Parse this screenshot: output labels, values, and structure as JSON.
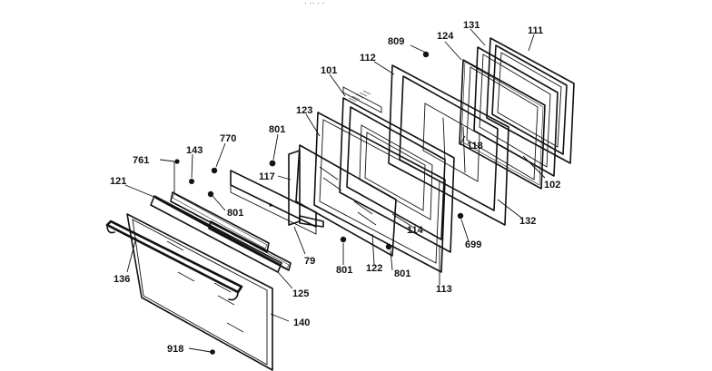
{
  "header_fragment": "·  ·· ·  ·",
  "part_labels": [
    "809",
    "131",
    "124",
    "111",
    "112",
    "101",
    "123",
    "801",
    "770",
    "143",
    "761",
    "121",
    "117",
    "801",
    "118",
    "102",
    "132",
    "114",
    "699",
    "79",
    "801",
    "122",
    "801",
    "113",
    "136",
    "125",
    "140",
    "918"
  ]
}
